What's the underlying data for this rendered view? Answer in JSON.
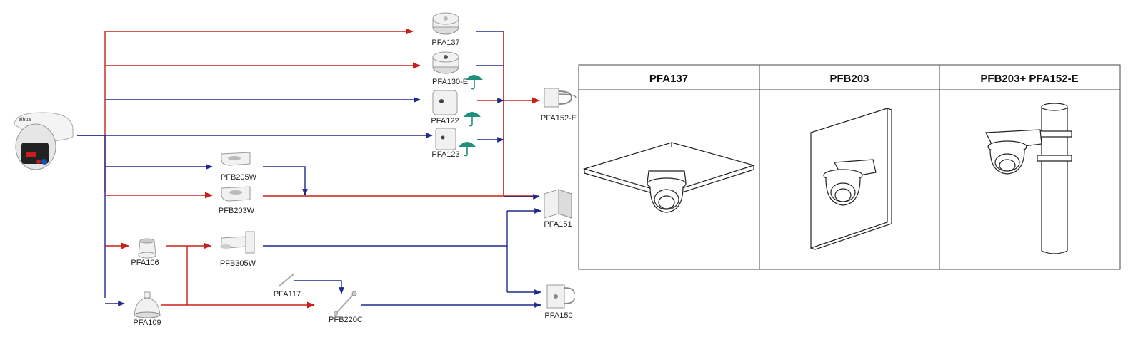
{
  "accessory_labels": {
    "pfa137": "PFA137",
    "pfa130e": "PFA130-E",
    "pfa122": "PFA122",
    "pfa123": "PFA123",
    "pfa152e": "PFA152-E",
    "pfb205w": "PFB205W",
    "pfb203w": "PFB203W",
    "pfa151": "PFA151",
    "pfa106": "PFA106",
    "pfb305w": "PFB305W",
    "pfa117": "PFA117",
    "pfb220c": "PFB220C",
    "pfa109": "PFA109",
    "pfa150": "PFA150"
  },
  "camera_brand": "alhua",
  "table": {
    "headers": [
      "PFA137",
      "PFB203",
      "PFB203+ PFA152-E"
    ]
  },
  "colors": {
    "red_line": "#c8201a",
    "blue_line": "#1e2a8a",
    "umbrella": "#1f8f7a"
  },
  "icons": [
    "dome-camera-icon",
    "umbrella-icon",
    "junction-box-icon",
    "wall-mount-bracket-icon",
    "pole-mount-bracket-icon",
    "corner-mount-bracket-icon",
    "pendant-adapter-icon"
  ]
}
